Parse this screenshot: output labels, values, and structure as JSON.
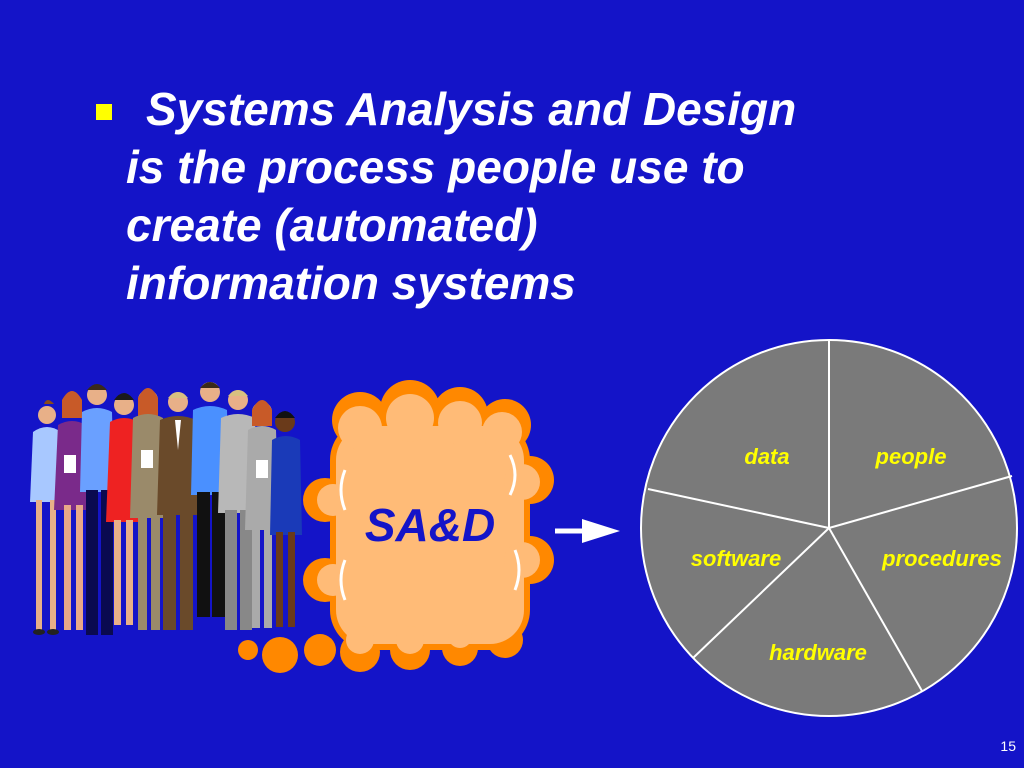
{
  "slide": {
    "bullet_lines": [
      "Systems Analysis and Design",
      "is the process people use to",
      "create (automated)",
      "information systems"
    ],
    "page_number": "15"
  },
  "diagram": {
    "process_label": "SA&D",
    "pie_slices": [
      "data",
      "people",
      "procedures",
      "hardware",
      "software"
    ],
    "colors": {
      "background": "#1414c8",
      "text": "#ffffff",
      "accent": "#ffff00",
      "pie_fill": "#7a7a7a",
      "cloud_fill": "#ffbb77",
      "cloud_edge": "#ff8800"
    }
  }
}
